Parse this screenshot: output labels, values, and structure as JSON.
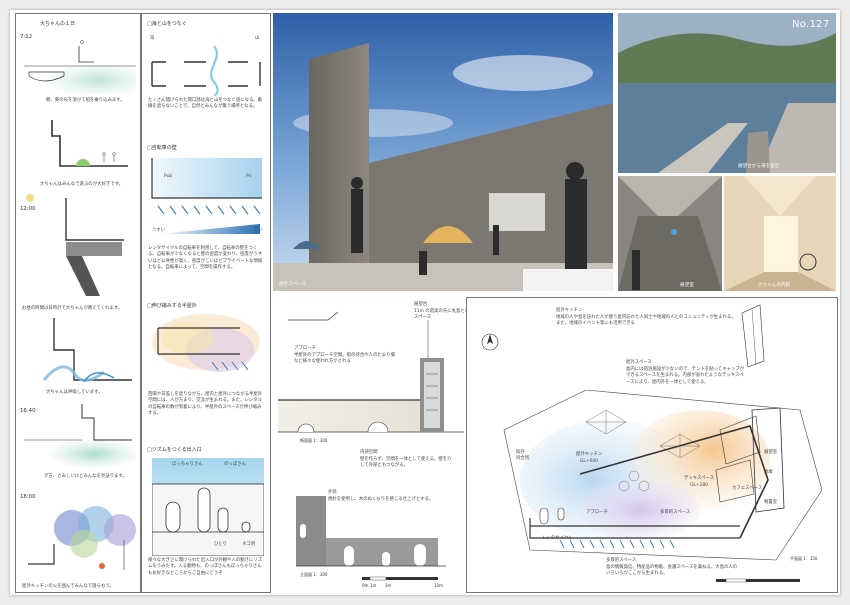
{
  "sheet_no": "No.127",
  "timeline": {
    "title": "大ちゃんの１日",
    "entries": [
      {
        "time": "7:12",
        "caption": "朝、東の光を浴びて船を乗り込みます。"
      },
      {
        "time": "",
        "caption": "大ちゃんはみんなで遊ぶのが大好きです。"
      },
      {
        "time": "12:00",
        "caption": "お昼の時間は日時計で大ちゃんが教えてくれます。"
      },
      {
        "time": "",
        "caption": "大ちゃんは呼吸しています。"
      },
      {
        "time": "16:40",
        "caption": "夕方、さみしいけどみんなを見送ります。"
      },
      {
        "time": "18:00",
        "caption": "屋外キッチンの火を囲んでみんなで語らおう。"
      }
    ]
  },
  "concept": {
    "s1": {
      "title": "□海と山をつなぐ",
      "label_sea": "海",
      "label_mountain": "山",
      "text": "たくさん開けられた開口部は海と山をつなぐ道になる。動線を遮らないことで、自然とみんなが集う場所となる。"
    },
    "s2": {
      "title": "□自転車の壁",
      "label_pub": "Pub",
      "label_pri": "Pri",
      "label_less": "うすい",
      "label_more": "こい",
      "text": "レンタサイクルの自転車を利用して、自転車の壁をつくる。自転車が少なくなると壁の密度が変わり、密度がうすいほど公共性が高く、密度がこいほどプライベートな領域となる。自転車によって、空間を操作する。"
    },
    "s3": {
      "title": "□伸び縮みする半屋外",
      "text": "西陽や日差しを遮りながら、屋内と屋外につながる半屋外空間には、人が方まり、交流が生まれる。また、レンタルの自転車の数が到着により、半屋外のスペースが伸び縮みする。"
    },
    "s4": {
      "title": "□リズムをつくる出入口",
      "label_a": "ぼっちゃりさん",
      "label_b": "のっぽさん",
      "label_c": "ひとり",
      "label_d": "ネコ用",
      "text": "様々な大きさに開けられた出入口が外観や人の動きにリズムをうみだす。入る動物も、のっぽさんもぼっちゃりさんもお好きなところからご自由にどうぞ"
    }
  },
  "photos": {
    "main_caption": "屋外スペース",
    "sea_caption": "展望台から海を望む",
    "obs_caption": "展望室",
    "int_caption": "大ちゃんの内部"
  },
  "section": {
    "a1": "展望台",
    "a1_text": "11m の塔実の先に丸島と海を望む小さな展望スペース",
    "a2": "アプローチ",
    "a2_text": "半屋外のアプローチ空間。船の待合や人のたまり場など様々な使われ方がされる",
    "a3": "内部空間",
    "a3_text": "壁を作らず、空間を一体として使える。壁を介して外部ともつながる。",
    "label": "断面図 1：300"
  },
  "elevation": {
    "a1": "外装",
    "a1_text": "焼杉を使用し、木のぬくもりを感じる仕上げとする。",
    "label": "立面図 1：300"
  },
  "scale_bar": {
    "t0": "0m",
    "t1": "1m",
    "t2": "3m",
    "t3": "10m"
  },
  "plan": {
    "kitchen": "屋外キッチン",
    "kitchen_text": "地域の人や島を訪れた人が使う屋内訪れた人同士や地域の人とのコミュニティが生まれる。また、地域のイベント等にも活用できる",
    "outdoor": "屋外スペース",
    "outdoor_text": "島内には宿泊施設が少ないので、テントを貼ってキャンプができるスペースを生まれる。内部が溢れたようなデッキスペースにより、屋内外を一体として使える。",
    "multi": "多目的スペース",
    "multi_text": "島の情報発信、特産品の物販、会議スペースを兼ねる。大島の人のいろいろがここから生まれる。",
    "room_kitchen": "屋外キッチン",
    "room_kitchen_gl": "GL+600",
    "room_deck": "デッキスペース",
    "room_deck_gl": "GL+280",
    "room_cafe": "カフェスペース",
    "room_obs": "展望室",
    "room_store": "倉庫",
    "room_storage": "物置室",
    "room_approach": "アプローチ",
    "room_multi": "多目的スペース",
    "room_rental": "レンタサイクル",
    "room_waiting": "既存\n待合所",
    "label": "平面図 1：150"
  }
}
